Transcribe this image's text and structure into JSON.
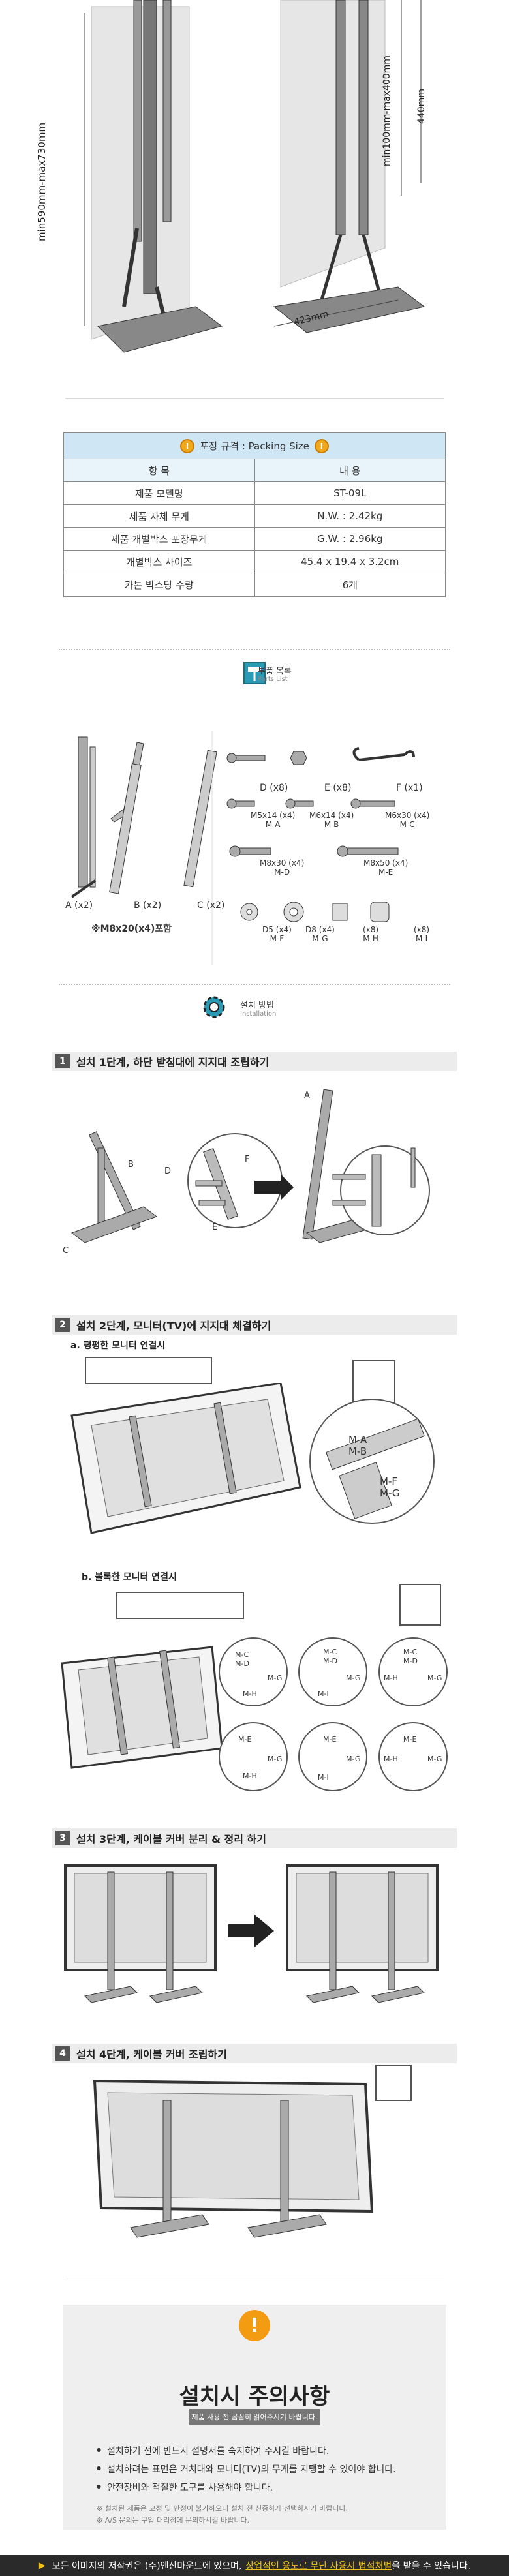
{
  "dims": {
    "height": "min590mm-max730mm",
    "width_range": "min100mm-max400mm",
    "vesa_h": "440mm",
    "base": "423mm"
  },
  "packing": {
    "title": "포장 규격 : Packing Size",
    "headers": [
      "항 목",
      "내 용"
    ],
    "rows": [
      [
        "제품 모델명",
        "ST-09L"
      ],
      [
        "제품 자체 무게",
        "N.W. : 2.42kg"
      ],
      [
        "제품 개별박스 포장무게",
        "G.W. : 2.96kg"
      ],
      [
        "개별박스 사이즈",
        "45.4 x 19.4 x 3.2cm"
      ],
      [
        "카톤 박스당 수량",
        "6개"
      ]
    ]
  },
  "parts": {
    "title": "부품 목록",
    "subtitle": "Parts List",
    "A": "A (x2)",
    "B": "B (x2)",
    "C": "C (x2)",
    "D": "D (x8)",
    "E": "E (x8)",
    "F": "F (x1)",
    "MA": "M5x14 (x4)\nM-A",
    "MB": "M6x14 (x4)\nM-B",
    "MC": "M6x30 (x4)\nM-C",
    "MD": "M8x30 (x4)\nM-D",
    "ME": "M8x50 (x4)\nM-E",
    "MF": "D5 (x4)\nM-F",
    "MG": "D8 (x4)\nM-G",
    "MH": "(x8)\nM-H",
    "MI": "(x8)\nM-I",
    "note": "※M8x20(x4)포함"
  },
  "install": {
    "title": "설치 방법",
    "subtitle": "Installation"
  },
  "steps": [
    {
      "num": "1",
      "text": "설치 1단계, 하단 받침대에 지지대 조립하기"
    },
    {
      "num": "2",
      "text": "설치 2단계, 모니터(TV)에 지지대 체결하기"
    },
    {
      "num": "3",
      "text": "설치 3단계, 케이블 커버 분리 & 정리 하기"
    },
    {
      "num": "4",
      "text": "설치 4단계, 케이블 커버 조립하기"
    }
  ],
  "step1_labels": {
    "A": "A",
    "B": "B",
    "C": "C",
    "D": "D",
    "E": "E",
    "F": "F"
  },
  "step2": {
    "a": "a. 평평한 모니터 연결시",
    "b": "b. 볼록한 모니터 연결시",
    "ma": "M-A",
    "mb": "M-B",
    "mf": "M-F",
    "mg": "M-G",
    "circles": [
      [
        "M-C",
        "M-D",
        "M-G",
        "M-H"
      ],
      [
        "M-C",
        "M-D",
        "M-G",
        "M-I"
      ],
      [
        "M-C",
        "M-D",
        "M-H",
        "M-G"
      ],
      [
        "M-E",
        "M-G",
        "M-H"
      ],
      [
        "M-E",
        "M-G",
        "M-I"
      ],
      [
        "M-E",
        "M-H",
        "M-G"
      ]
    ]
  },
  "caution": {
    "icon": "!",
    "title": "설치시 주의사항",
    "badge": "제품 사용 전 꼼꼼히 읽어주시기 바랍니다.",
    "items": [
      "설치하기 전에 반드시 설명서를 숙지하여 주시길 바랍니다.",
      "설치하려는 표면은 거치대와 모니터(TV)의 무게를 지탱할 수 있어야 합니다.",
      "안전장비와 적절한 도구를 사용해야 합니다."
    ],
    "note1": "※ 설치된 제품은 고정 및 안정이 불가하오니 설치 전 신중하게 선택하시기 바랍니다.",
    "note2": "※ A/S 문의는 구입 대리점에 문의하시길 바랍니다."
  },
  "footer": {
    "pre": "모든 이미지의 저작권은 (주)엔산마운트에 있으며,",
    "hl": "상업적인 용도로 무단 사용시 법적처벌",
    "post": "을 받을 수 있습니다."
  }
}
